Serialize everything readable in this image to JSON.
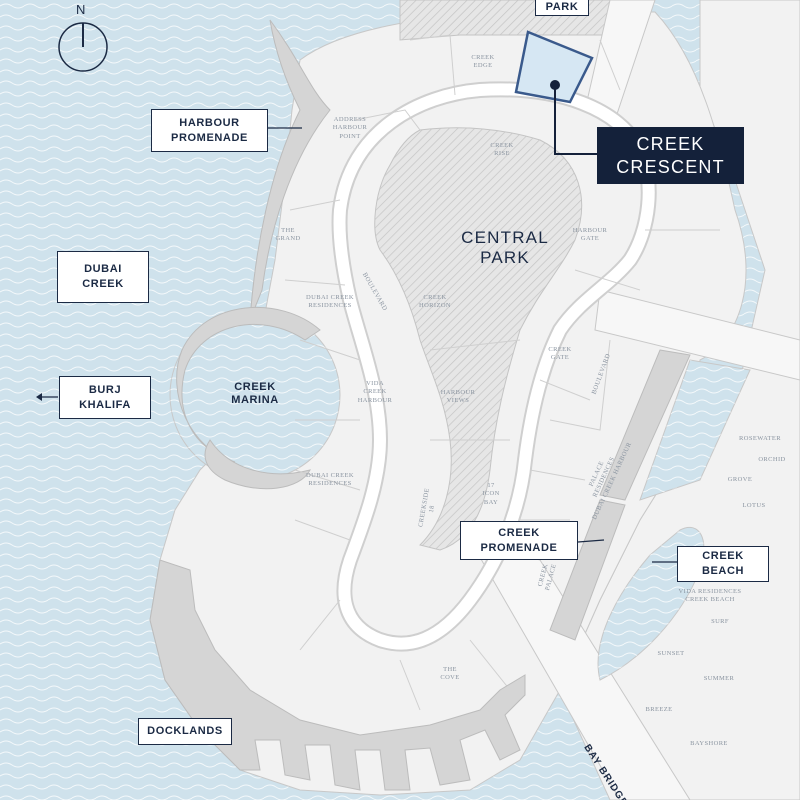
{
  "colors": {
    "water": "#cfe2ec",
    "land": "#f2f2f2",
    "promenade": "#d5d5d5",
    "park": "#dcdcdc",
    "navy": "#1b2a44",
    "highlight": "#d6e7f3"
  },
  "compass": {
    "label": "N"
  },
  "labels": {
    "park_top": "PARK",
    "harbour_promenade": [
      "HARBOUR",
      "PROMENADE"
    ],
    "dubai_creek": [
      "DUBAI",
      "CREEK"
    ],
    "burj_khalifa": [
      "BURJ",
      "KHALIFA"
    ],
    "creek_crescent": [
      "CREEK",
      "CRESCENT"
    ],
    "central_park": [
      "CENTRAL",
      "PARK"
    ],
    "creek_marina": [
      "CREEK",
      "MARINA"
    ],
    "creek_promenade": [
      "CREEK",
      "PROMENADE"
    ],
    "creek_beach": [
      "CREEK",
      "BEACH"
    ],
    "docklands": "DOCKLANDS",
    "bay_bridge": "BAY BRIDGE"
  },
  "buildings": {
    "creek_edge": [
      "CREEK",
      "EDGE"
    ],
    "address_harbour_point": [
      "ADDRESS",
      "HARBOUR",
      "POINT"
    ],
    "creek_rise": [
      "CREEK",
      "RISE"
    ],
    "the_grand": [
      "THE",
      "GRAND"
    ],
    "harbour_gate": [
      "HARBOUR",
      "GATE"
    ],
    "boulevard_left": "BOULEVARD",
    "creek_horizon": [
      "CREEK",
      "HORIZON"
    ],
    "dubai_creek_residences_1": [
      "DUBAI CREEK",
      "RESIDENCES"
    ],
    "creek_gate": [
      "CREEK",
      "GATE"
    ],
    "boulevard_right": "BOULEVARD",
    "vida_creek_harbour": [
      "VIDA",
      "CREEK",
      "HARBOUR"
    ],
    "harbour_views": [
      "HARBOUR",
      "VIEWS"
    ],
    "rosewater": "ROSEWATER",
    "orchid": "ORCHID",
    "grove": "GROVE",
    "lotus": "LOTUS",
    "palace_residences": [
      "PALACE",
      "RESIDENCES",
      "DUBAI CREEK HARBOUR"
    ],
    "dubai_creek_residences_2": [
      "DUBAI CREEK",
      "RESIDENCES"
    ],
    "creekside_18": [
      "CREEKSIDE",
      "18"
    ],
    "seventeen_icon_bay": [
      "17",
      "ICON",
      "BAY"
    ],
    "creek_palace": [
      "CREEK",
      "PALACE"
    ],
    "vida_residences_creek_beach": [
      "VIDA RESIDENCES",
      "CREEK BEACH"
    ],
    "surf": "SURF",
    "sunset": "SUNSET",
    "summer": "SUMMER",
    "breeze": "BREEZE",
    "bayshore": "BAYSHORE",
    "the_cove": [
      "THE",
      "COVE"
    ]
  }
}
